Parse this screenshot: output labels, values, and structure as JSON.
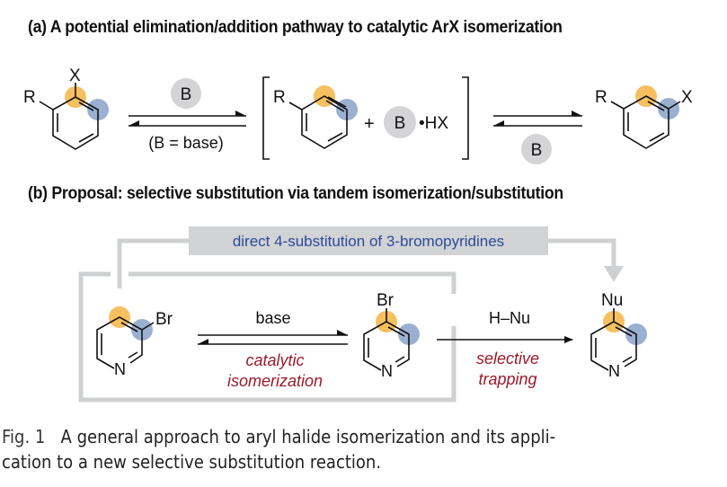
{
  "panel_a": {
    "heading": "(a) A potential elimination/addition pathway to catalytic ArX isomerization",
    "start": {
      "substituent": "R",
      "halide": "X"
    },
    "arrow1": {
      "reagent_above": "B",
      "note_below": "(B = base)"
    },
    "intermediate": {
      "substituent": "R",
      "plus": "+",
      "base": "B",
      "salt": "•HX"
    },
    "arrow2": {
      "reagent_below": "B"
    },
    "product": {
      "substituent": "R",
      "halide": "X"
    }
  },
  "panel_b": {
    "heading": "(b) Proposal: selective substitution via tandem isomerization/substitution",
    "banner": "direct 4-substitution of 3-bromopyridines",
    "start": {
      "halide": "Br",
      "heteroatom": "N"
    },
    "arrow1": {
      "above": "base",
      "below_line1": "catalytic",
      "below_line2": "isomerization"
    },
    "intermediate": {
      "halide": "Br",
      "heteroatom": "N"
    },
    "arrow2": {
      "above": "H–Nu",
      "below_line1": "selective",
      "below_line2": "trapping"
    },
    "product": {
      "group": "Nu",
      "heteroatom": "N"
    }
  },
  "caption": {
    "label": "Fig. 1",
    "line1": "A general approach to aryl halide isomerization and its appli-",
    "line2": "cation to a new selective substitution reaction."
  },
  "colors": {
    "orange_marker": "#f5b84f",
    "blue_marker": "#8fa7cc",
    "base_circle": "#d4d4d6",
    "gray_frame": "#cfd0d2",
    "banner_bg": "#d2d3d5",
    "banner_text": "#2b4a9a",
    "red_text": "#9a1b2a"
  }
}
